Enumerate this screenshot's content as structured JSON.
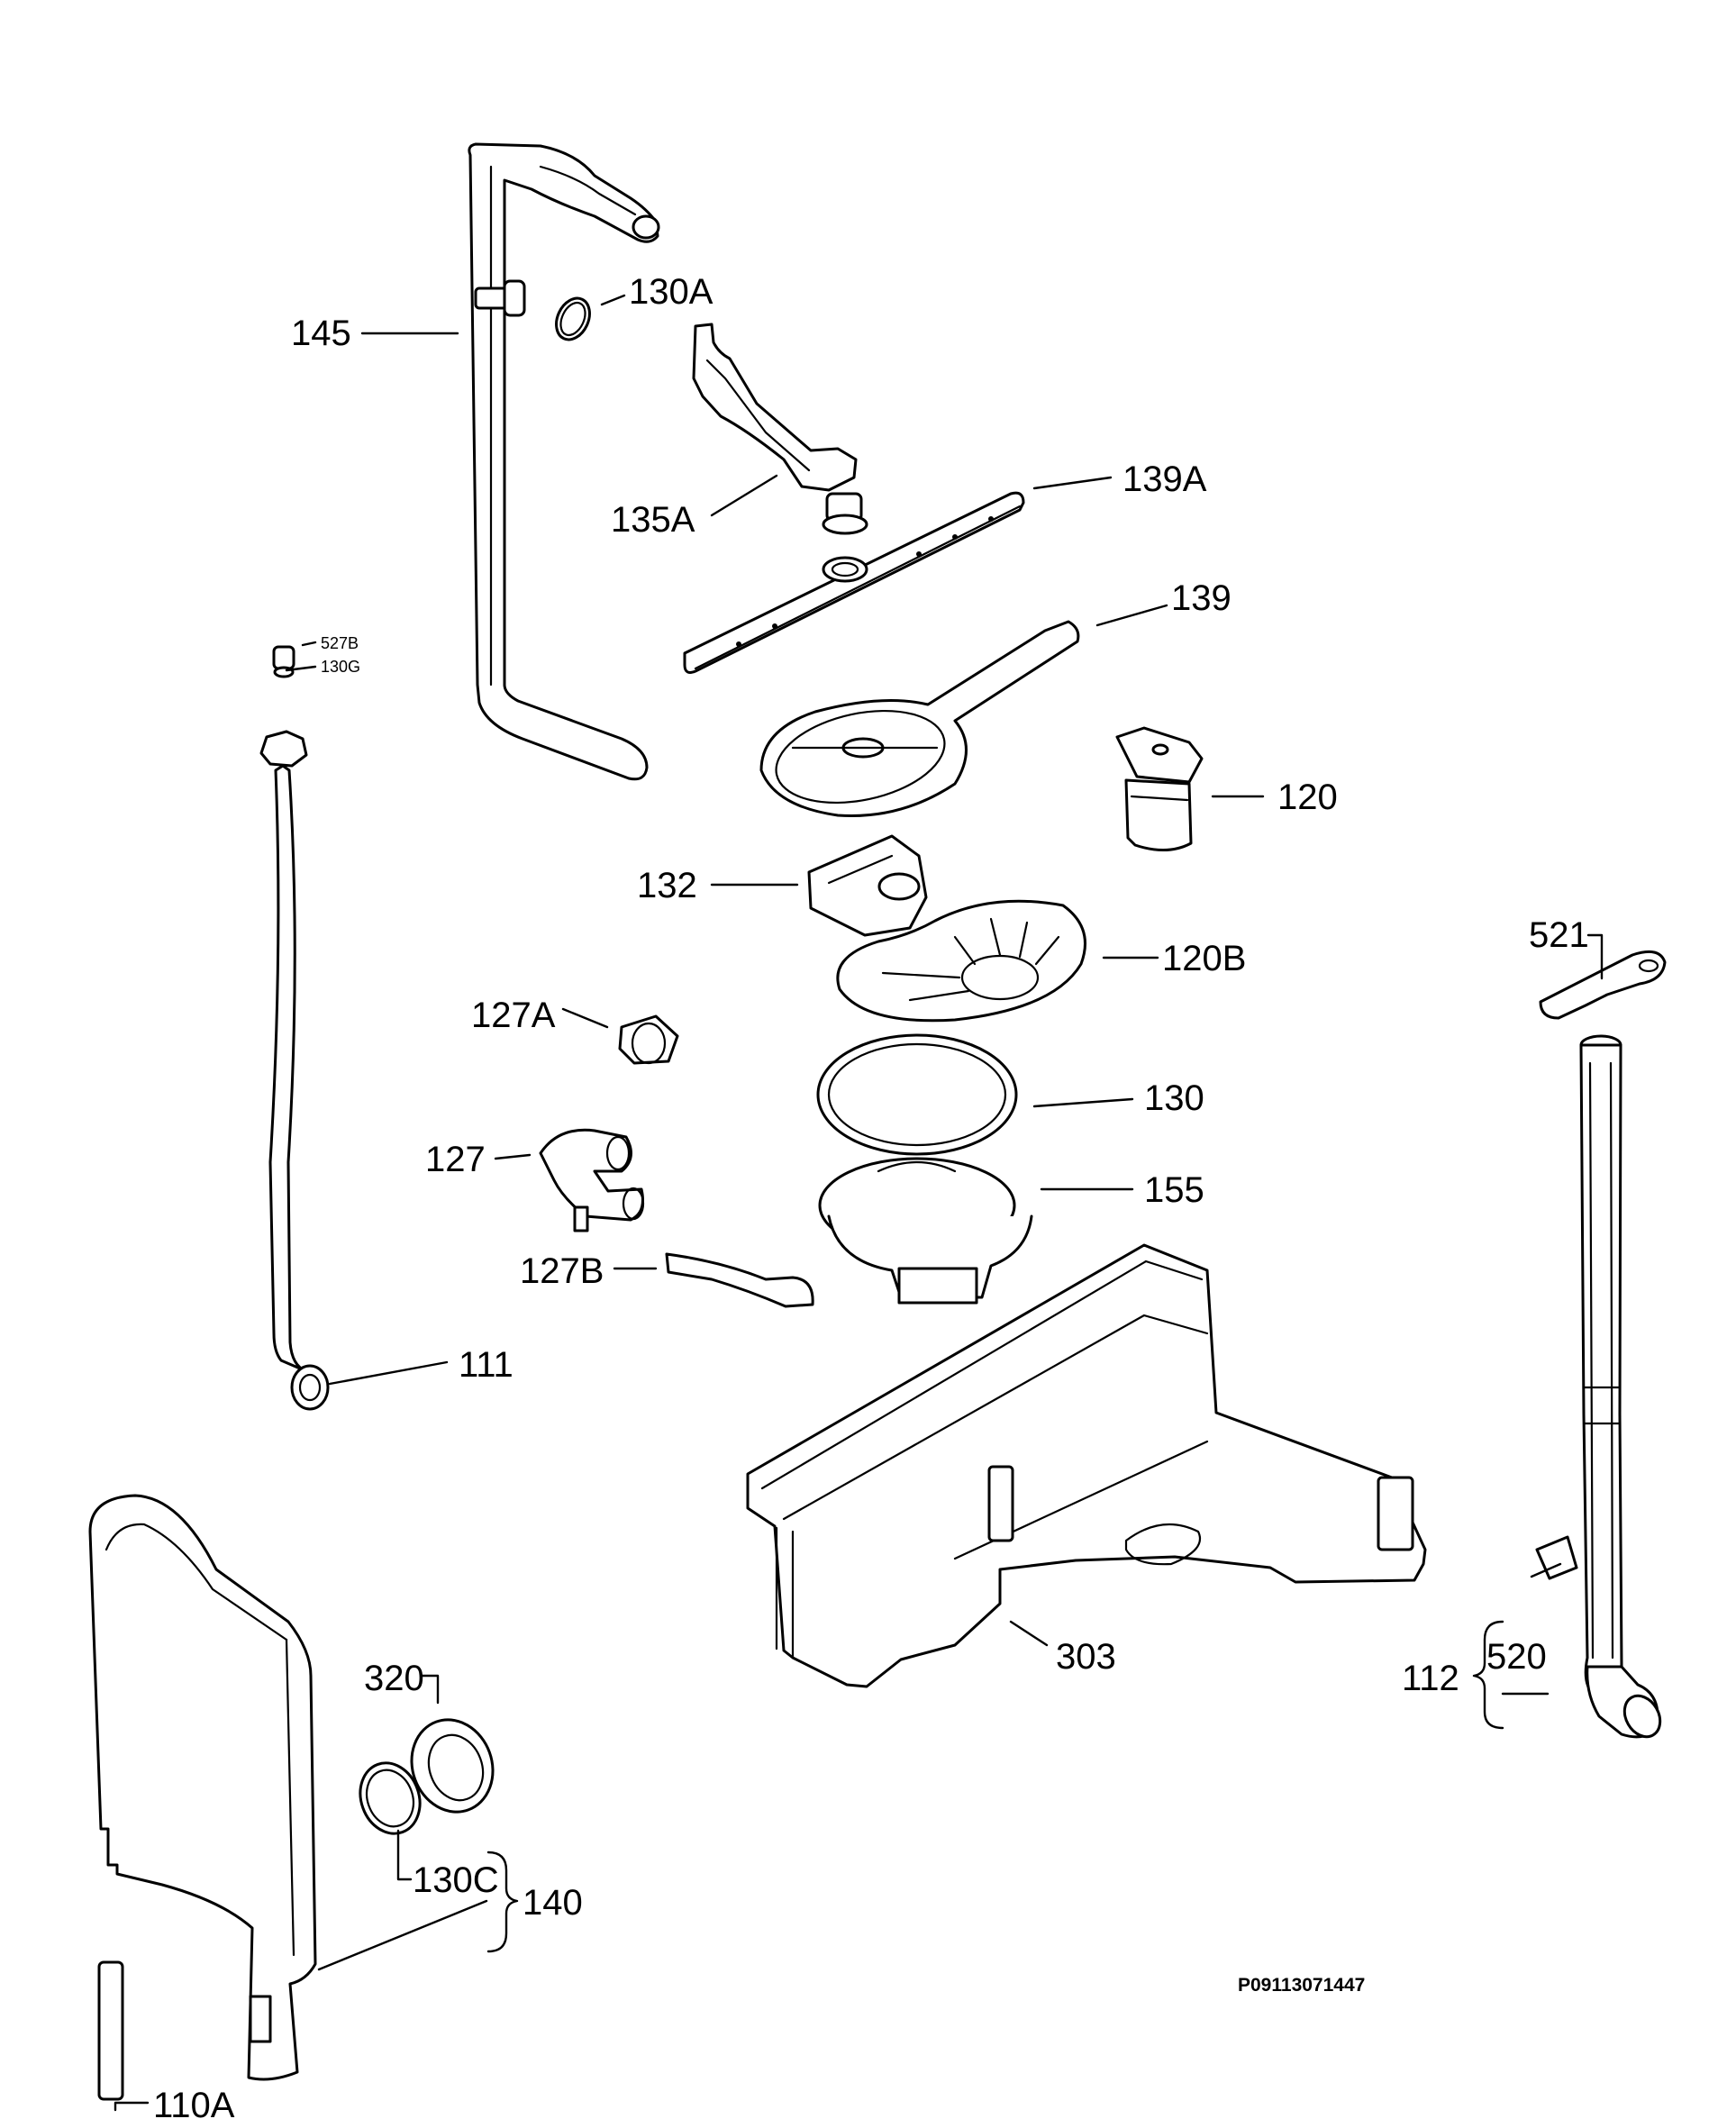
{
  "callouts": {
    "c145": "145",
    "c130A": "130A",
    "c135A": "135A",
    "c139A": "139A",
    "c139": "139",
    "c527B": "527B",
    "c130G": "130G",
    "c120": "120",
    "c132": "132",
    "c120B": "120B",
    "c521": "521",
    "c127A": "127A",
    "c130": "130",
    "c127": "127",
    "c155": "155",
    "c127B": "127B",
    "c111": "111",
    "c303": "303",
    "c320": "320",
    "c520": "520",
    "c112": "112",
    "c130C": "130C",
    "c140": "140",
    "c110A": "110A"
  },
  "drawing_code": "P09113071447"
}
